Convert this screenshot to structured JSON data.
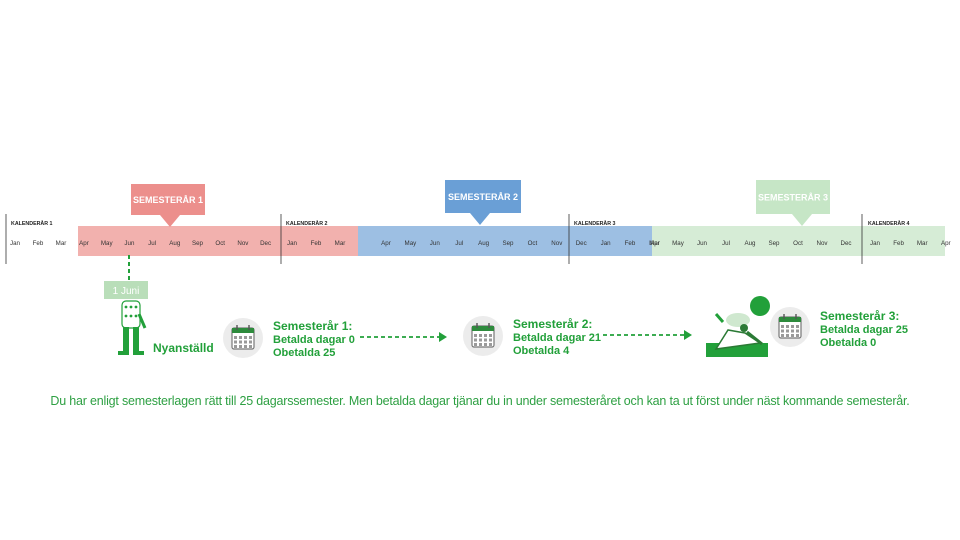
{
  "calendar_years": [
    {
      "label": "KALENDERÅR 1",
      "months": [
        "Jan",
        "Feb",
        "Mar"
      ]
    },
    {
      "label": "KALENDERÅR 2",
      "months": [
        "Jan",
        "Feb",
        "Mar"
      ]
    },
    {
      "label": "KALENDERÅR 3",
      "months": []
    },
    {
      "label": "KALENDERÅR 4",
      "months": [
        "Jan",
        "Feb",
        "Mar",
        "Apr"
      ]
    }
  ],
  "semester_years": [
    {
      "label": "SEMESTERÅR 1",
      "color": "#f2b1ae",
      "bubble_color": "#ec8f8c",
      "months": [
        "Apr",
        "May",
        "Jun",
        "Jul",
        "Aug",
        "Sep",
        "Oct",
        "Nov",
        "Dec"
      ]
    },
    {
      "label": "SEMESTERÅR 2",
      "color": "#9dbfe3",
      "bubble_color": "#6a9fd6",
      "months": [
        "Apr",
        "May",
        "Jun",
        "Jul",
        "Aug",
        "Sep",
        "Oct",
        "Nov",
        "Dec",
        "Jan",
        "Feb",
        "Mar"
      ]
    },
    {
      "label": "SEMESTERÅR 3",
      "color": "#d6ecd6",
      "bubble_color": "#c6e6c6",
      "months": [
        "Apr",
        "May",
        "Jun",
        "Jul",
        "Aug",
        "Sep",
        "Oct",
        "Nov",
        "Dec"
      ]
    }
  ],
  "start_marker": {
    "date_label": "1 Juni",
    "person_label": "Nyanställd"
  },
  "summaries": [
    {
      "title": "Semesterår 1:",
      "line1": "Betalda dagar 0",
      "line2": "Obetalda 25"
    },
    {
      "title": "Semesterår 2:",
      "line1": "Betalda dagar 21",
      "line2": "Obetalda 4"
    },
    {
      "title": "Semesterår 3:",
      "line1": "Betalda dagar 25",
      "line2": "Obetalda 0"
    }
  ],
  "footer_text": "Du har enligt semesterlagen rätt till 25 dagarssemester. Men betalda dagar tjänar du in under semesteråret och kan ta ut först under näst kommande semesterår.",
  "colors": {
    "accent_green": "#22a03a",
    "line_gray": "#333333"
  },
  "icons": [
    "calendar-icon",
    "person-figure-icon",
    "relaxing-person-icon"
  ]
}
